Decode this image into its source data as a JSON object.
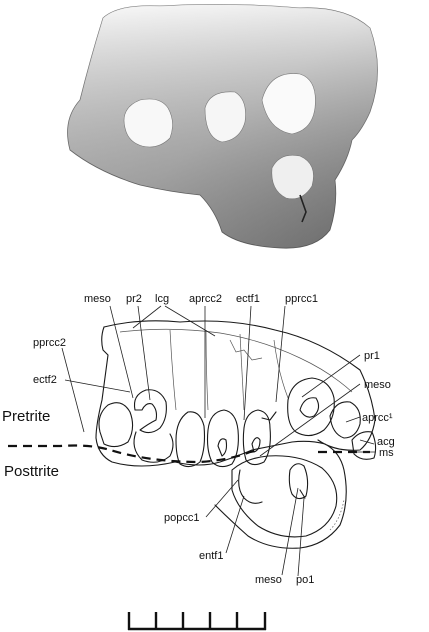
{
  "labels": {
    "meso_top": "meso",
    "pr2": "pr2",
    "lcg": "lcg",
    "aprcc2": "aprcc2",
    "ectf1": "ectf1",
    "pprcc1": "pprcc1",
    "pprcc2": "pprcc2",
    "ectf2": "ectf2",
    "pr1": "pr1",
    "meso_right": "meso",
    "aprcc1": "aprcc¹",
    "acg": "acg",
    "ms": "ms",
    "popcc1": "popcc1",
    "entf1": "entf1",
    "meso_bottom": "meso",
    "po1": "po1"
  },
  "regions": {
    "pretrite": "Pretrite",
    "posttrite": "Posttrite"
  },
  "scale_bar": {
    "divisions": 5
  }
}
